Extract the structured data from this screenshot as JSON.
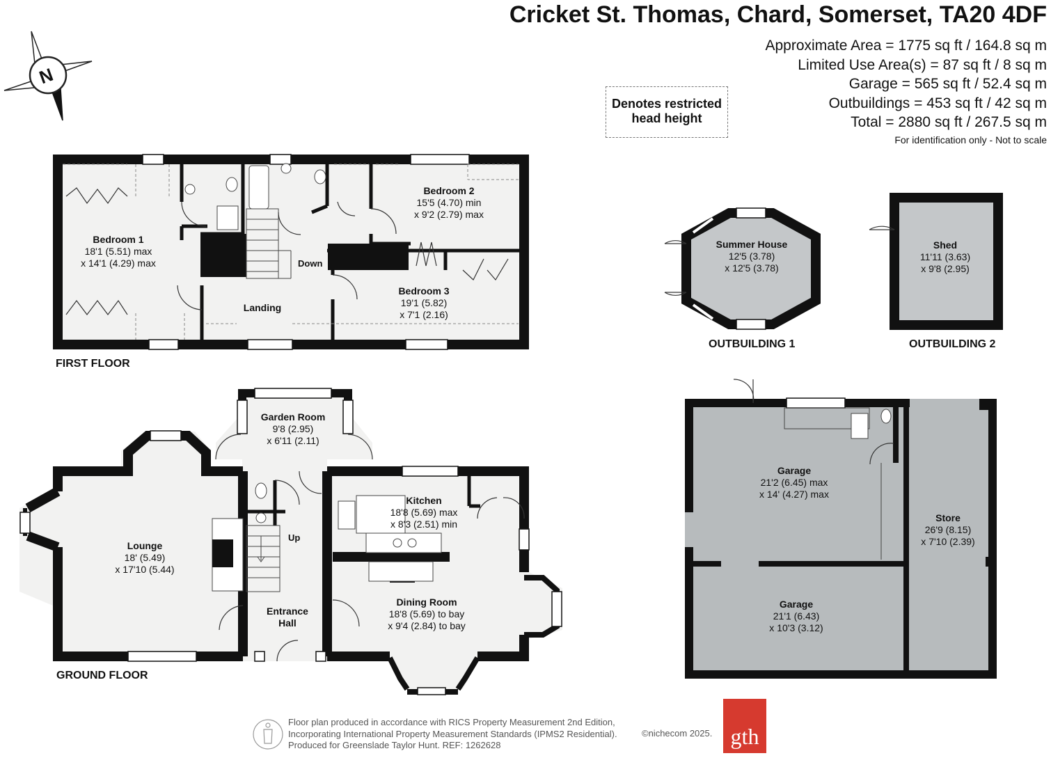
{
  "header": {
    "title": "Cricket St. Thomas, Chard, Somerset, TA20 4DF",
    "areas": [
      "Approximate Area = 1775 sq ft / 164.8 sq m",
      "Limited Use Area(s) = 87 sq ft / 8 sq m",
      "Garage = 565 sq ft / 52.4 sq m",
      "Outbuildings = 453 sq ft / 42 sq m",
      "Total = 2880 sq ft / 267.5 sq m"
    ],
    "note": "For identification only - Not to scale"
  },
  "compass": {
    "letter": "N"
  },
  "legend": {
    "line1": "Denotes restricted",
    "line2": "head height"
  },
  "first_floor": {
    "label": "FIRST FLOOR",
    "rooms": {
      "bedroom1": {
        "name": "Bedroom 1",
        "dim1": "18'1 (5.51) max",
        "dim2": "x 14'1 (4.29) max"
      },
      "bedroom2": {
        "name": "Bedroom 2",
        "dim1": "15'5 (4.70) min",
        "dim2": "x 9'2 (2.79) max"
      },
      "bedroom3": {
        "name": "Bedroom 3",
        "dim1": "19'1 (5.82)",
        "dim2": "x 7'1 (2.16)"
      },
      "landing": {
        "name": "Landing"
      },
      "down": "Down"
    }
  },
  "ground_floor": {
    "label": "GROUND FLOOR",
    "rooms": {
      "garden_room": {
        "name": "Garden Room",
        "dim1": "9'8 (2.95)",
        "dim2": "x 6'11 (2.11)"
      },
      "lounge": {
        "name": "Lounge",
        "dim1": "18' (5.49)",
        "dim2": "x 17'10 (5.44)"
      },
      "kitchen": {
        "name": "Kitchen",
        "dim1": "18'8 (5.69) max",
        "dim2": "x 8'3 (2.51) min"
      },
      "dining": {
        "name": "Dining Room",
        "dim1": "18'8 (5.69) to bay",
        "dim2": "x 9'4 (2.84) to bay"
      },
      "hall": {
        "name1": "Entrance",
        "name2": "Hall"
      },
      "up": "Up"
    }
  },
  "outbuilding1": {
    "label": "OUTBUILDING 1",
    "room": {
      "name": "Summer House",
      "dim1": "12'5 (3.78)",
      "dim2": "x 12'5 (3.78)"
    }
  },
  "outbuilding2": {
    "label": "OUTBUILDING 2",
    "room": {
      "name": "Shed",
      "dim1": "11'11 (3.63)",
      "dim2": "x 9'8 (2.95)"
    }
  },
  "garage_block": {
    "garage1": {
      "name": "Garage",
      "dim1": "21'2 (6.45) max",
      "dim2": "x 14' (4.27) max"
    },
    "garage2": {
      "name": "Garage",
      "dim1": "21'1 (6.43)",
      "dim2": "x 10'3 (3.12)"
    },
    "store": {
      "name": "Store",
      "dim1": "26'9 (8.15)",
      "dim2": "x 7'10 (2.39)"
    }
  },
  "footer": {
    "line1": "Floor plan produced in accordance with RICS Property Measurement 2nd Edition,",
    "line2": "Incorporating International Property Measurement Standards (IPMS2 Residential).",
    "line3": "Produced for Greenslade Taylor Hunt.   REF:  1262628",
    "copyright": "©nichecom 2025.",
    "logo": "gth"
  },
  "colors": {
    "wall": "#111111",
    "floor": "#f2f2f1",
    "garage_floor": "#b7bbbd",
    "outbuilding_floor": "#c4c7c9",
    "logo": "#d63a2f"
  }
}
